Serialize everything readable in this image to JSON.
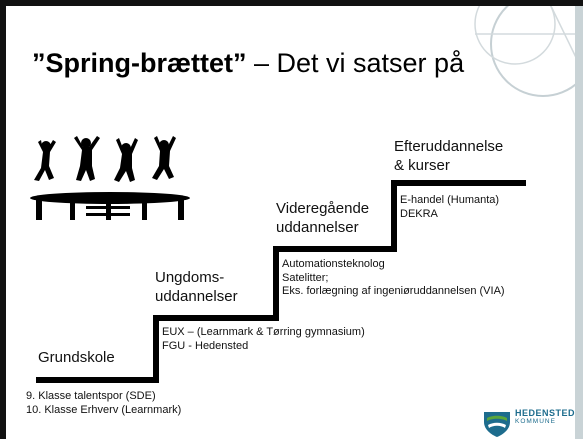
{
  "slide": {
    "title_bold": "”Spring-brættet”",
    "title_rest": " – Det vi satser på"
  },
  "steps": {
    "grundskole": "Grundskole",
    "ungdom_line1": "Ungdoms-",
    "ungdom_line2": "uddannelser",
    "videre_line1": "Videregående",
    "videre_line2": "uddannelser",
    "efter_line1": "Efteruddannelse",
    "efter_line2": "& kurser"
  },
  "notes": {
    "grundskole": [
      "9. Klasse talentspor (SDE)",
      "10. Klasse Erhverv (Learnmark)"
    ],
    "ungdom": [
      "EUX – (Learnmark & Tørring gymnasium)",
      "FGU - Hedensted"
    ],
    "videre": [
      "Automationsteknolog",
      "Satelitter;",
      "Eks. forlægning af ingeniøruddannelsen (VIA)"
    ],
    "efter": [
      "E-handel (Humanta)",
      "DEKRA"
    ]
  },
  "logo": {
    "name": "HEDENSTED",
    "sub": "KOMMUNE",
    "colors": {
      "blue": "#1d6c8d",
      "green": "#5aa63b"
    }
  }
}
